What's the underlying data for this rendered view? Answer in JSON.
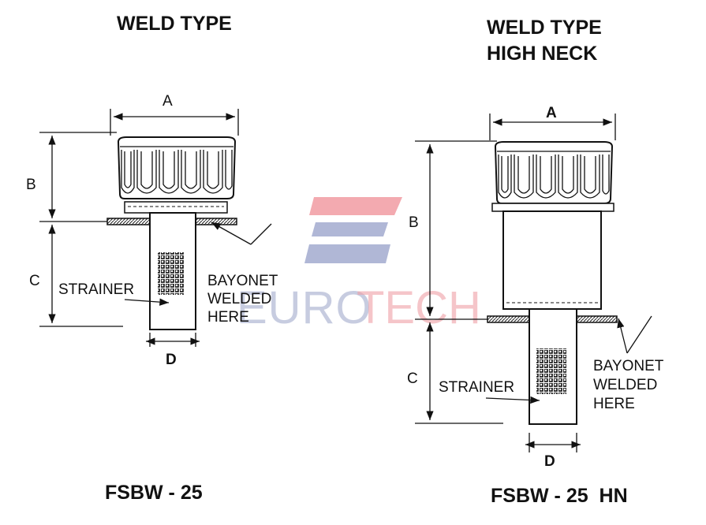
{
  "left": {
    "title": "WELD TYPE",
    "model": "FSBW - 25",
    "dim_a": "A",
    "dim_b": "B",
    "dim_c": "C",
    "dim_d": "D",
    "strainer_label": "STRAINER",
    "bayonet_lines": [
      "BAYONET",
      "WELDED",
      "HERE"
    ]
  },
  "right": {
    "title_lines": [
      "WELD TYPE",
      "HIGH NECK"
    ],
    "model": "FSBW - 25  HN",
    "dim_a": "A",
    "dim_b": "B",
    "dim_c": "C",
    "dim_d": "D",
    "strainer_label": "STRAINER",
    "bayonet_lines": [
      "BAYONET",
      "WELDED",
      "HERE"
    ]
  },
  "watermark": {
    "text_part1": "EURO",
    "text_part2": "TECH",
    "colors": {
      "blue": "#8e98c4",
      "red": "#ee8f97"
    }
  }
}
